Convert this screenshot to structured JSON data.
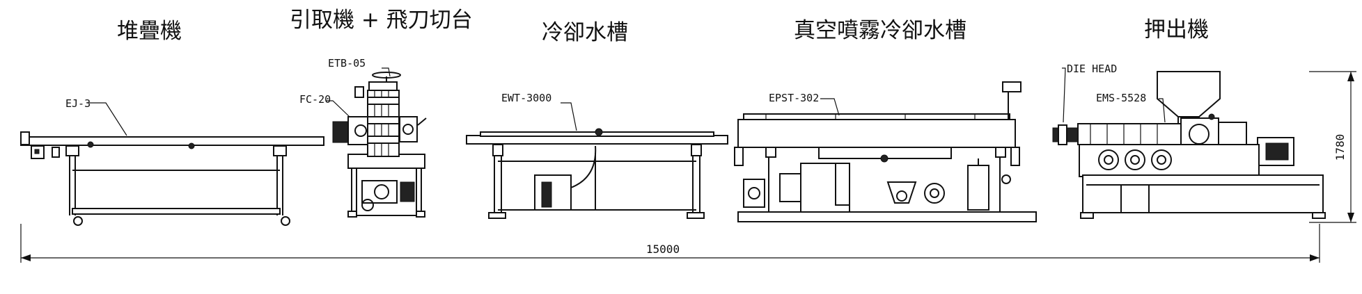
{
  "titles": {
    "stacker": "堆疊機",
    "puller_cutter": "引取機 + 飛刀切台",
    "cooling_tank": "冷卻水槽",
    "vacuum_tank": "真空噴霧冷卻水槽",
    "extruder": "押出機"
  },
  "models": {
    "stacker": "EJ-3",
    "puller": "ETB-05",
    "cutter": "FC-20",
    "cooling_tank": "EWT-3000",
    "vacuum_tank": "EPST-302",
    "die_head": "DIE HEAD",
    "extruder": "EMS-5528"
  },
  "dimensions": {
    "total_length": "15000",
    "height": "1780"
  }
}
